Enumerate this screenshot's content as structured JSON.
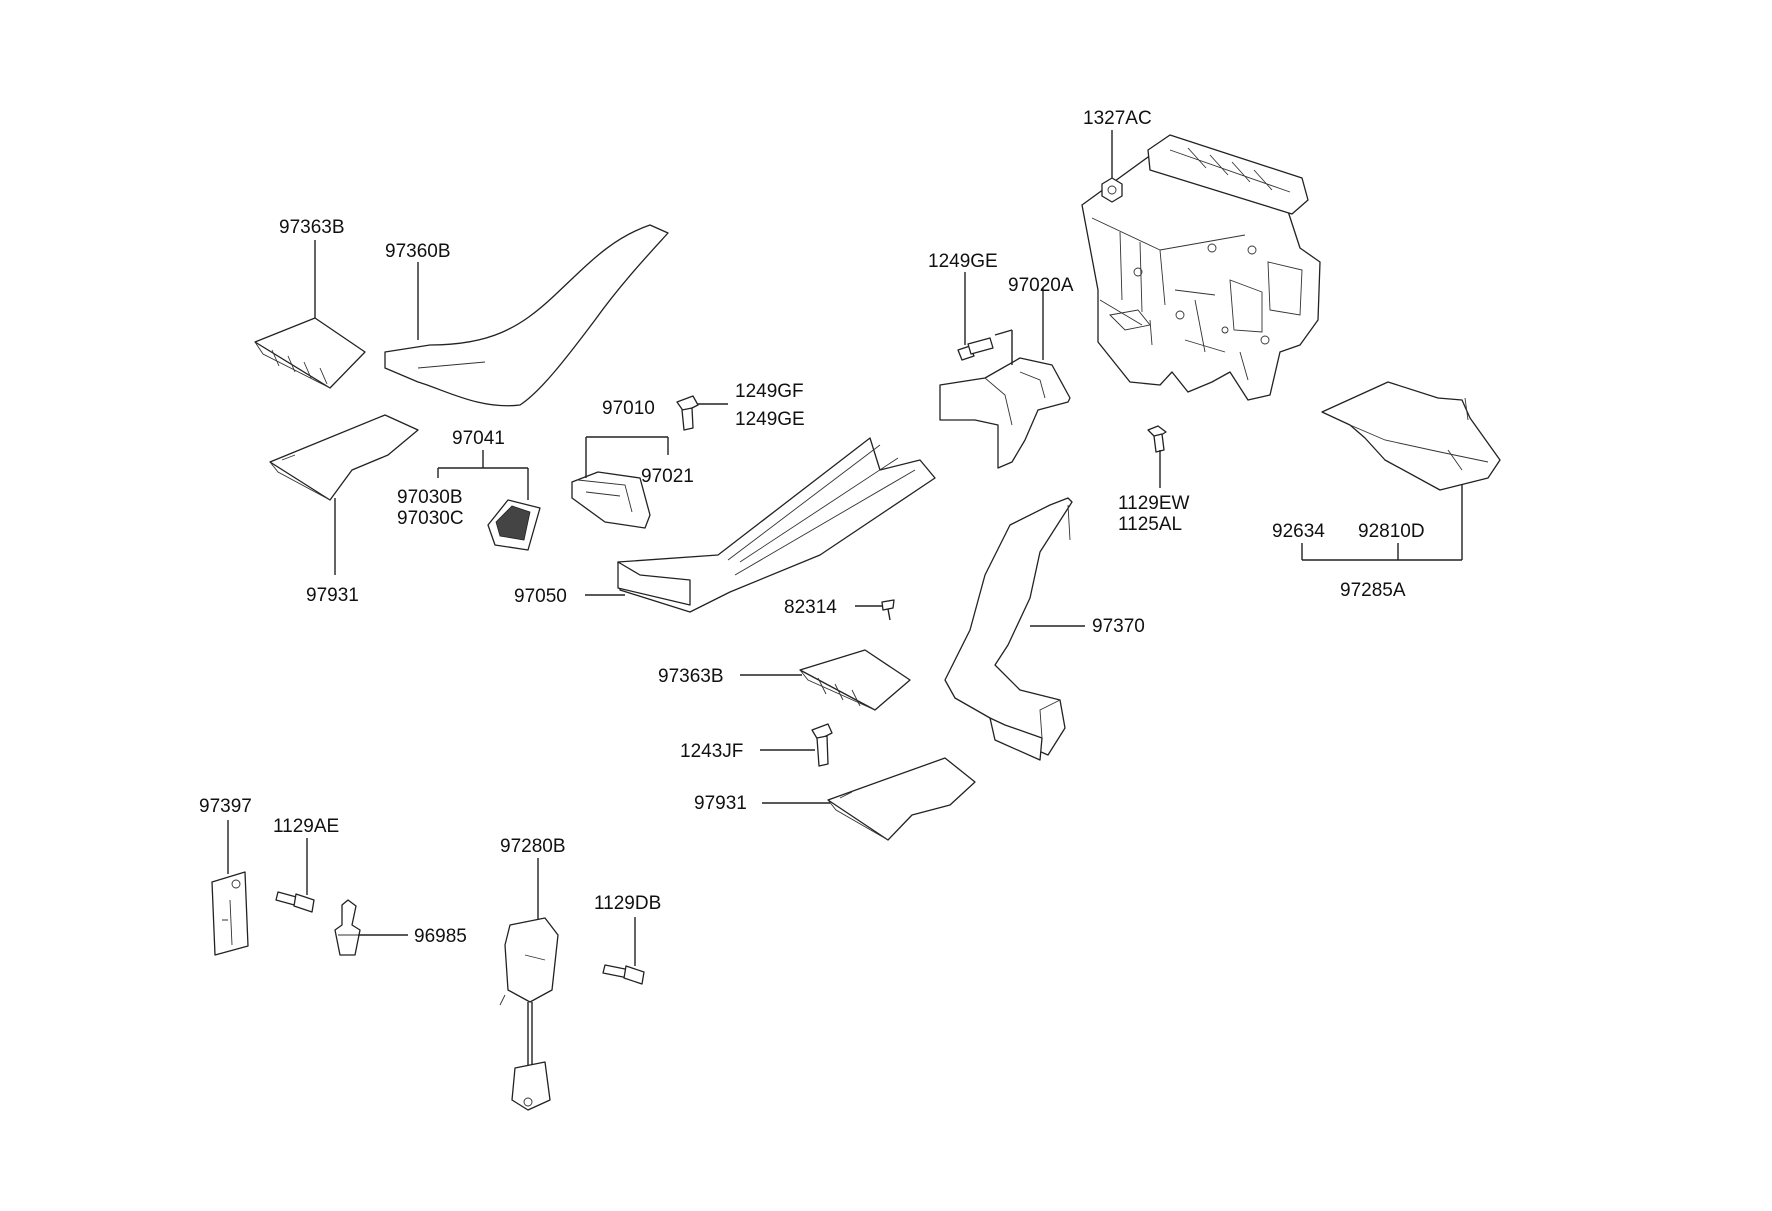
{
  "labels": {
    "p1327AC": "1327AC",
    "p97363B_a": "97363B",
    "p97360B": "97360B",
    "p1249GE_a": "1249GE",
    "p97020A": "97020A",
    "p1249GF": "1249GF",
    "p1249GE_b": "1249GE",
    "p97010": "97010",
    "p97041": "97041",
    "p97021": "97021",
    "p97030B": "97030B",
    "p97030C": "97030C",
    "p1129EW": "1129EW",
    "p1125AL": "1125AL",
    "p92634": "92634",
    "p92810D": "92810D",
    "p97285A": "97285A",
    "p97931_a": "97931",
    "p97050": "97050",
    "p82314": "82314",
    "p97370": "97370",
    "p97363B_b": "97363B",
    "p1243JF": "1243JF",
    "p97931_b": "97931",
    "p97397": "97397",
    "p1129AE": "1129AE",
    "p97280B": "97280B",
    "p1129DB": "1129DB",
    "p96985": "96985"
  }
}
